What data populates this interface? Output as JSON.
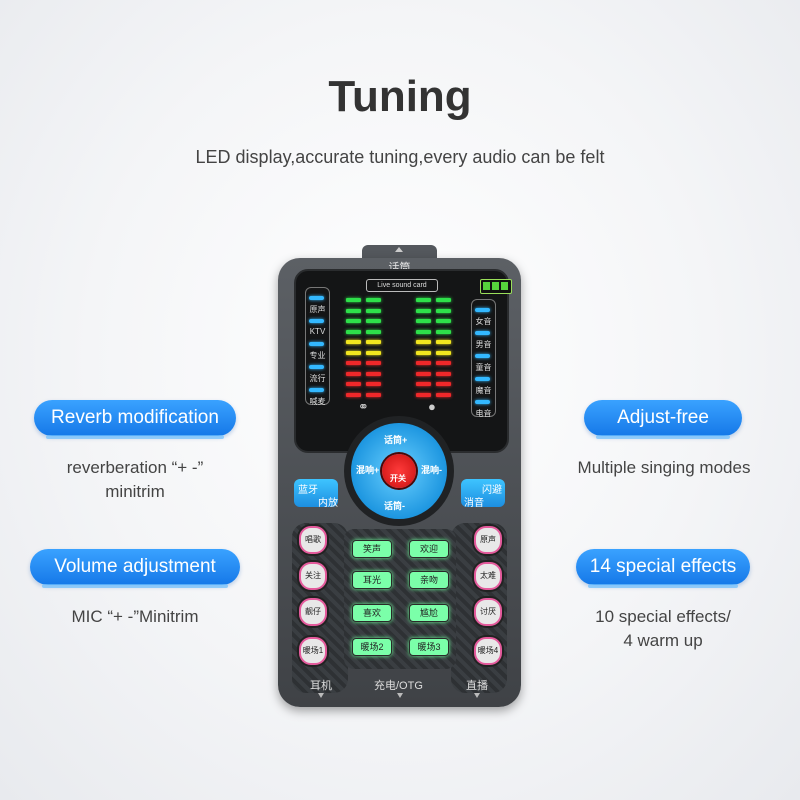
{
  "title": "Tuning",
  "subtitle": "LED display,accurate tuning,every audio can be felt",
  "features": {
    "reverb": {
      "label": "Reverb modification",
      "desc_line1": "reverberation “+ -”",
      "desc_line2": "minitrim"
    },
    "volume": {
      "label": "Volume adjustment",
      "desc": "MIC “+ -”Minitrim"
    },
    "adjust": {
      "label": "Adjust-free",
      "desc": "Multiple singing modes"
    },
    "effects": {
      "label": "14 special effects",
      "desc_line1": "10 special effects/",
      "desc_line2": "4 warm up"
    }
  },
  "device": {
    "top_label": "话筒",
    "screen_title": "Live sound card",
    "left_modes": [
      "原声",
      "KTV",
      "专业",
      "流行",
      "喊麦"
    ],
    "right_modes": [
      "女音",
      "男音",
      "童音",
      "魔音",
      "电音"
    ],
    "knob": {
      "top": "话筒+",
      "bottom": "话筒-",
      "left": "混响+",
      "right": "混响-",
      "center": "开关"
    },
    "side_left": {
      "line1": "蓝牙",
      "line2": "内放"
    },
    "side_right": {
      "line1": "闪避",
      "line2": "消音"
    },
    "left_buttons": [
      "唱歌",
      "关注",
      "靓仔",
      "暖场1"
    ],
    "right_buttons": [
      "原声",
      "太难",
      "讨厌",
      "暖场4"
    ],
    "effect_buttons": [
      "笑声",
      "欢迎",
      "耳光",
      "亲吻",
      "喜欢",
      "尴尬",
      "暖场2",
      "暖场3"
    ],
    "bottom_labels": {
      "left": "耳机",
      "center": "充电/OTG",
      "right": "直播"
    }
  },
  "colors": {
    "accent": "#1e88e5",
    "led_green": "#2ee04a",
    "led_yellow": "#f2e61f",
    "led_red": "#f0282a",
    "effect_green": "#7bffa9"
  }
}
